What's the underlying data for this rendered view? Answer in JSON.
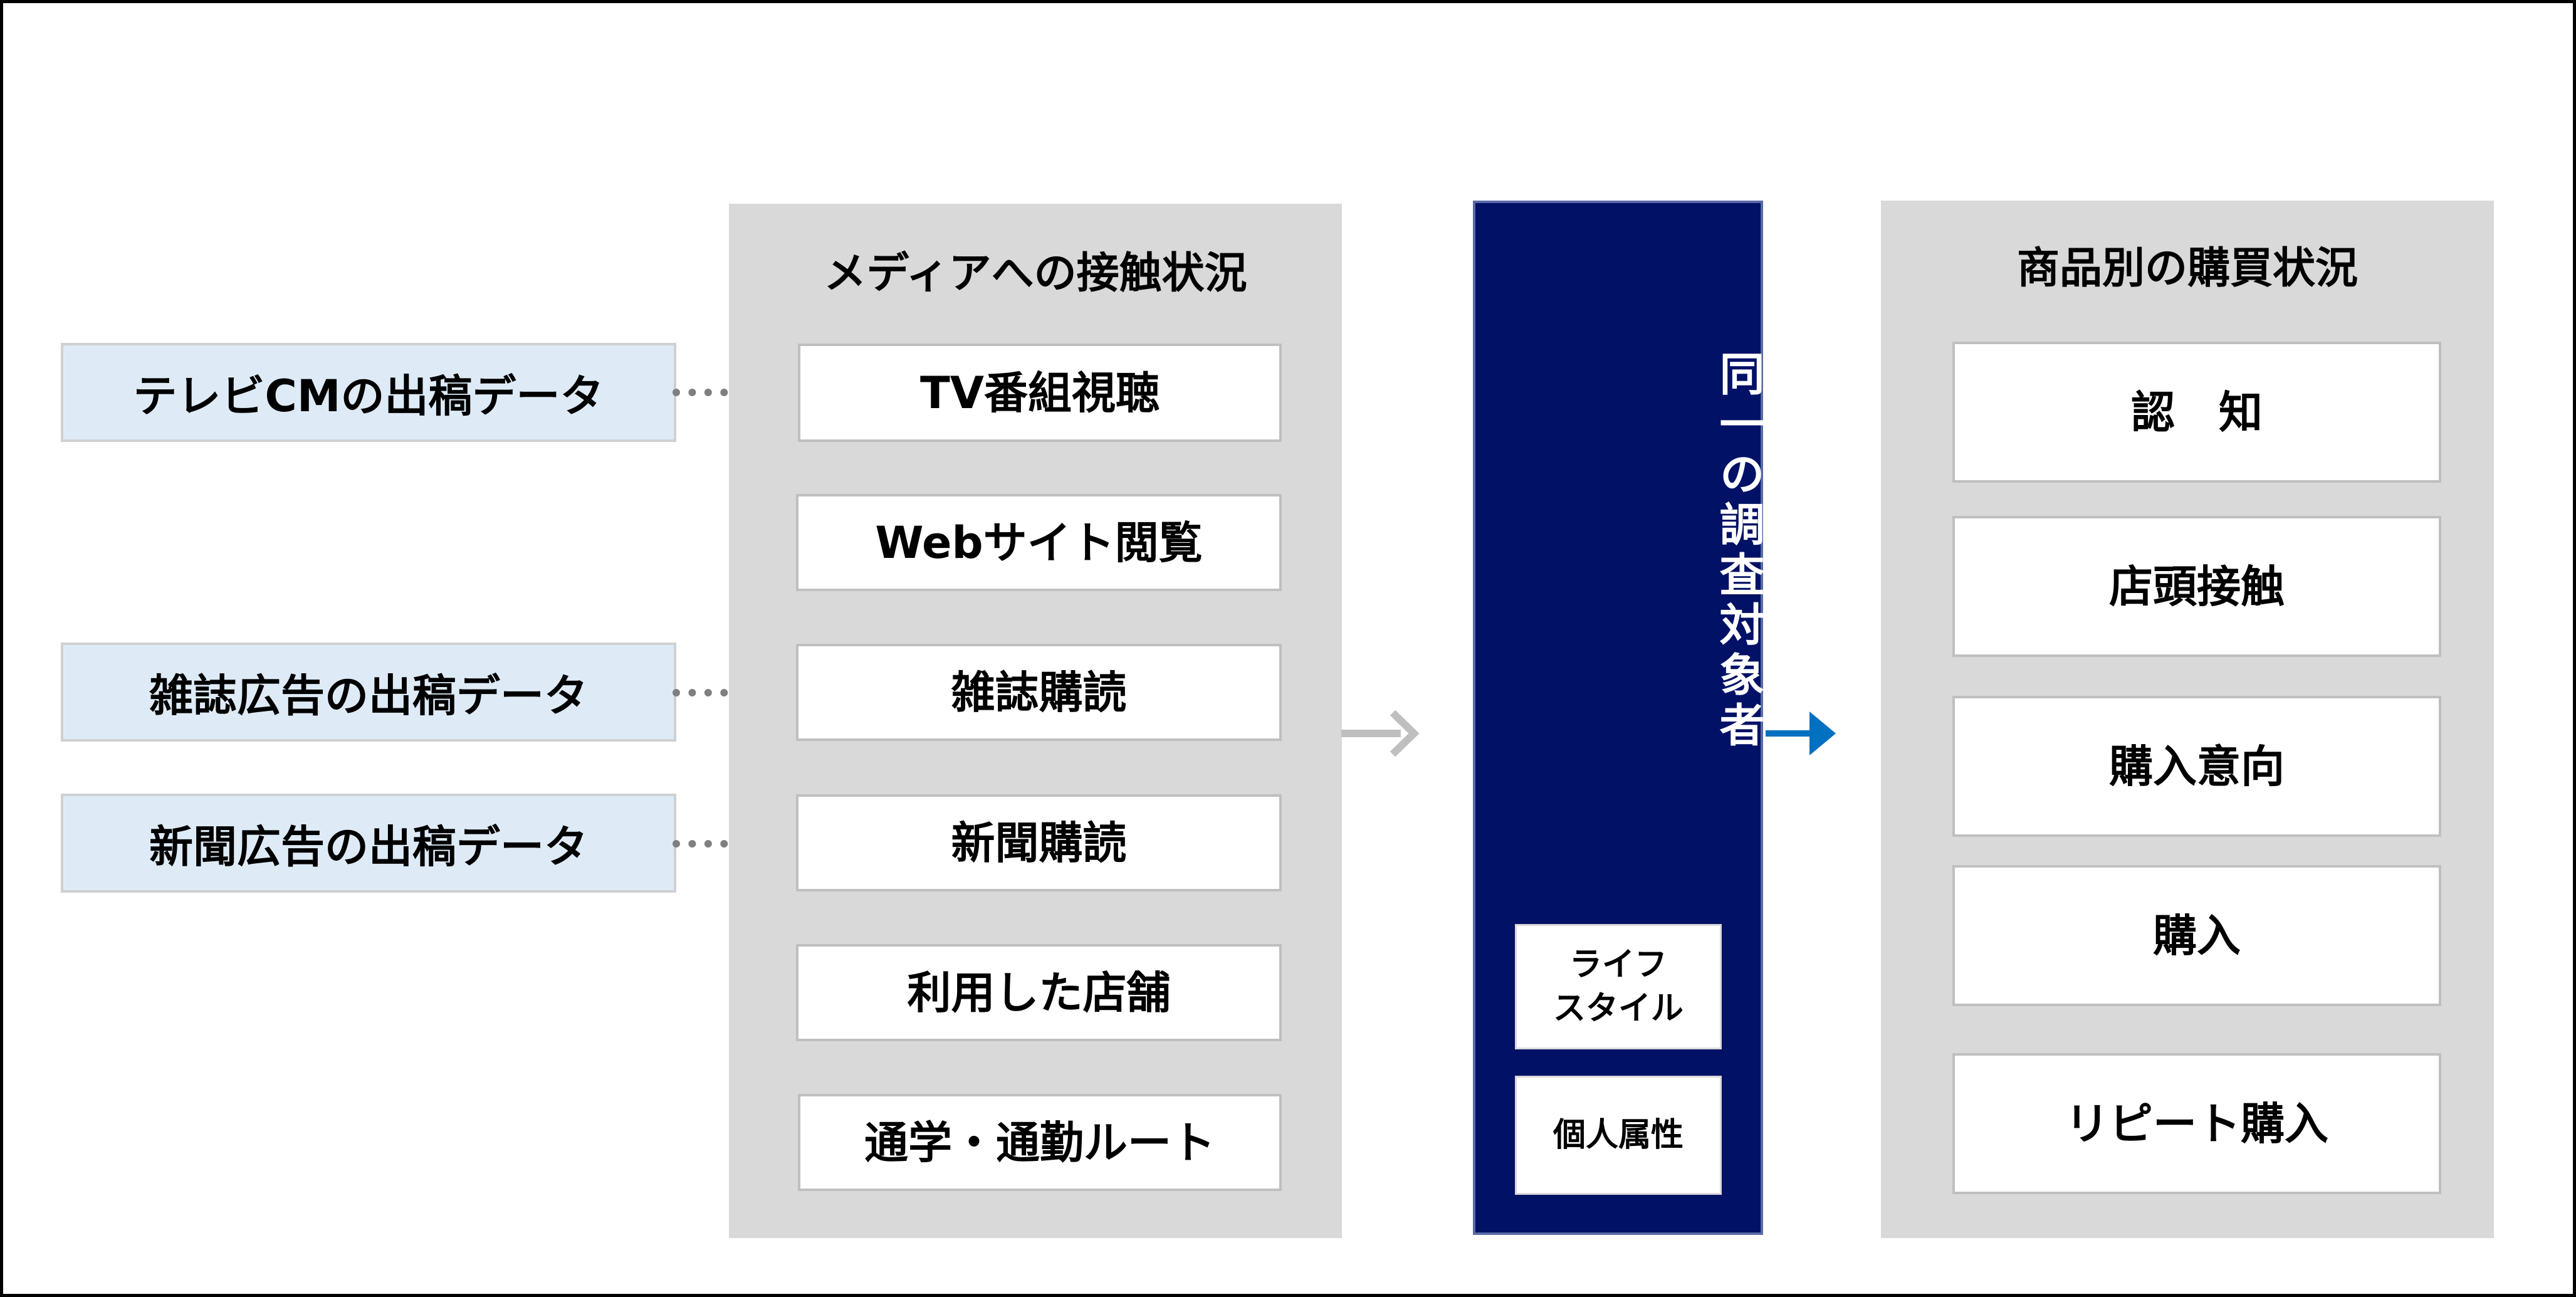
{
  "sources": [
    {
      "label": "テレビCMの出稿データ"
    },
    {
      "label": "雑誌広告の出稿データ"
    },
    {
      "label": "新聞広告の出稿データ"
    }
  ],
  "media_panel": {
    "title": "メディアへの接触状況",
    "items": [
      "TV番組視聴",
      "Webサイト閲覧",
      "雑誌購読",
      "新聞購読",
      "利用した店舗",
      "通学・通勤ルート"
    ]
  },
  "center_panel": {
    "title": "同一の調査対象者",
    "lifestyle_line1": "ライフ",
    "lifestyle_line2": "スタイル",
    "personal": "個人属性"
  },
  "purchase_panel": {
    "title": "商品別の購買状況",
    "items": [
      "認　知",
      "店頭接触",
      "購入意向",
      "購入",
      "リピート購入"
    ]
  },
  "colors": {
    "panel_gray": "#d9d9d9",
    "source_fill": "#deebf7",
    "center_navy": "#001166",
    "gray_arrow": "#bfbfbf",
    "blue_arrow": "#0070c0",
    "dotted": "#7f7f7f"
  },
  "icons": {
    "left_arrow": "arrow-right-gray",
    "right_arrow": "arrow-right-blue"
  }
}
